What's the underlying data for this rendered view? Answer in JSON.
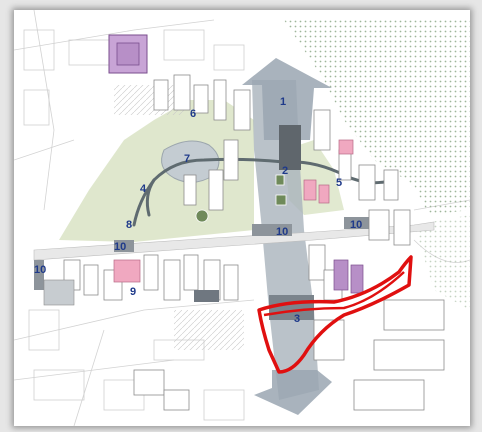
{
  "map": {
    "labels": [
      {
        "id": "1",
        "text": "1"
      },
      {
        "id": "2",
        "text": "2"
      },
      {
        "id": "3",
        "text": "3"
      },
      {
        "id": "4",
        "text": "4"
      },
      {
        "id": "5",
        "text": "5"
      },
      {
        "id": "6",
        "text": "6"
      },
      {
        "id": "7",
        "text": "7"
      },
      {
        "id": "8",
        "text": "8"
      },
      {
        "id": "9",
        "text": "9"
      },
      {
        "id": "10a",
        "text": "10"
      },
      {
        "id": "10b",
        "text": "10"
      },
      {
        "id": "10c",
        "text": "10"
      },
      {
        "id": "10d",
        "text": "10"
      }
    ],
    "colors": {
      "park_green": "#d9e3c4",
      "river_grey": "#a9b3bc",
      "building_purple": "#b78fc7",
      "building_pink": "#f0a8c0",
      "annotation_red": "#e01010",
      "label_blue": "#1f3a8a",
      "tree_dots": "#9fb59a"
    },
    "icons": [
      "north-flow-arrow",
      "south-flow-arrow"
    ]
  }
}
